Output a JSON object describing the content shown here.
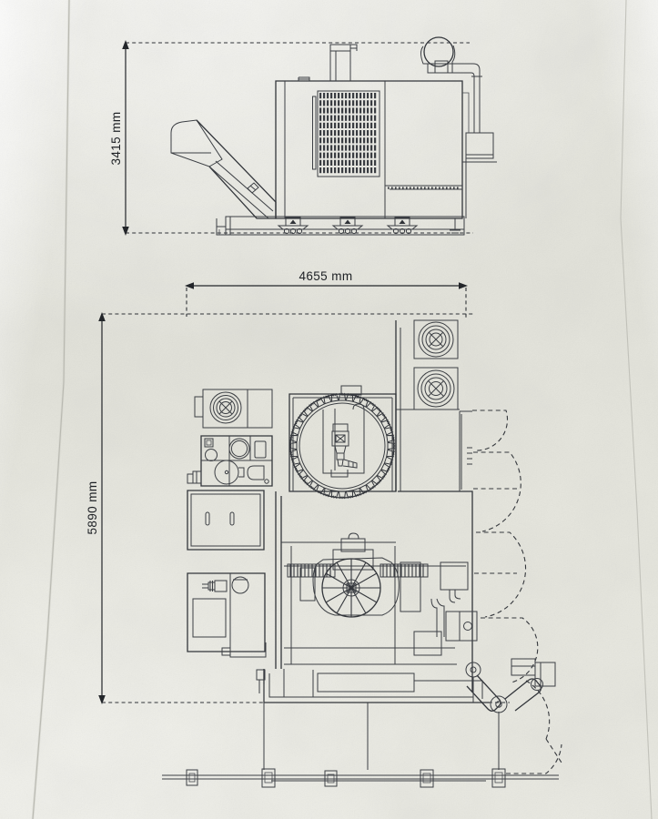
{
  "document": {
    "kind": "engineering-layout-drawing",
    "medium": "printed paper photograph",
    "views": [
      "front elevation",
      "plan view"
    ],
    "paper_color": "#e7e7df",
    "ink_color": "#3c3f44"
  },
  "dimensions": {
    "height": {
      "label": "3415 mm",
      "value": 3415,
      "unit": "mm",
      "orientation": "vertical",
      "view": "front elevation"
    },
    "width": {
      "label": "4655 mm",
      "value": 4655,
      "unit": "mm",
      "orientation": "horizontal",
      "view": "plan view"
    },
    "depth": {
      "label": "5890 mm",
      "value": 5890,
      "unit": "mm",
      "orientation": "vertical",
      "view": "plan view"
    }
  },
  "elevation": {
    "name": "front elevation view",
    "parts": [
      {
        "name": "chip-conveyor",
        "label": "chip conveyor"
      },
      {
        "name": "enclosure",
        "label": "machine enclosure"
      },
      {
        "name": "grated-window-panel",
        "label": "grated panel"
      },
      {
        "name": "exhaust-stack",
        "label": "exhaust stack"
      },
      {
        "name": "blower-unit",
        "label": "blower unit"
      },
      {
        "name": "duct-elbow",
        "label": "duct"
      },
      {
        "name": "side-cabinet",
        "label": "side cabinet"
      },
      {
        "name": "machine-base",
        "label": "machine base"
      },
      {
        "name": "leveling-feet",
        "label": "leveling feet",
        "count": 3
      }
    ],
    "grate": {
      "columns": 16,
      "rows": 11
    }
  },
  "plan": {
    "name": "plan view",
    "parts": [
      {
        "name": "tool-magazine",
        "label": "tool magazine carousel",
        "pockets": 40
      },
      {
        "name": "spindle-head",
        "label": "spindle head"
      },
      {
        "name": "rotary-table",
        "label": "rotary table",
        "spokes": 12
      },
      {
        "name": "way-cover-left",
        "label": "telescopic way cover"
      },
      {
        "name": "way-cover-right",
        "label": "telescopic way cover"
      },
      {
        "name": "control-cabinet",
        "label": "control cabinet"
      },
      {
        "name": "operator-panel",
        "label": "operator panel"
      },
      {
        "name": "fan-unit",
        "label": "fan unit",
        "count": 3
      },
      {
        "name": "robot-arm",
        "label": "articulated robot arm"
      },
      {
        "name": "door-swing-arc",
        "label": "door swing radius",
        "count": 4
      },
      {
        "name": "guard-rail",
        "label": "guard rail",
        "posts": 5
      }
    ]
  }
}
